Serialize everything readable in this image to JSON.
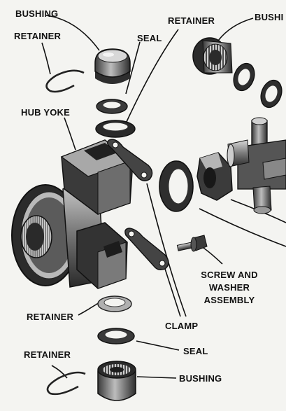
{
  "labels": {
    "bushing_top": "BUSHING",
    "retainer_top_left": "RETAINER",
    "seal_top": "SEAL",
    "retainer_top_right": "RETAINER",
    "bushing_top_right": "BUSHI",
    "hub_yoke": "HUB YOKE",
    "screw_line1": "SCREW AND",
    "screw_line2": "WASHER",
    "screw_line3": "ASSEMBLY",
    "retainer_mid": "RETAINER",
    "clamp": "CLAMP",
    "seal_bottom": "SEAL",
    "retainer_bottom": "RETAINER",
    "bushing_bottom": "BUSHING"
  }
}
